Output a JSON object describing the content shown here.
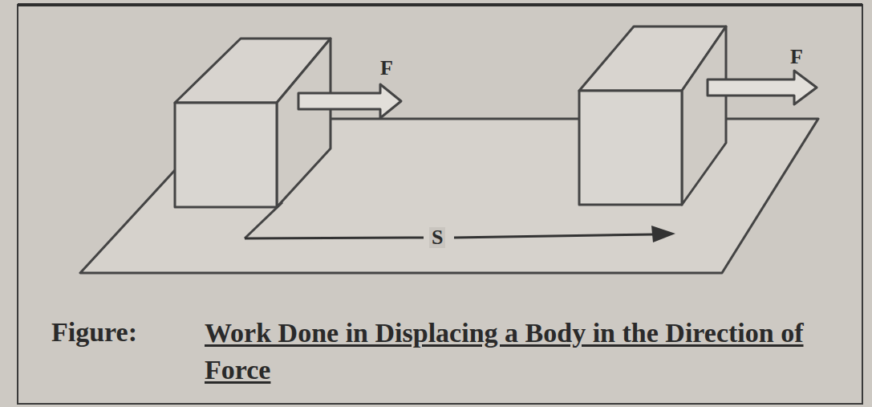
{
  "diagram": {
    "caption": "Work Done in Displacing a Body in the Direction of Force",
    "labels": [
      "F",
      "F",
      "S",
      "Figure:"
    ]
  }
}
